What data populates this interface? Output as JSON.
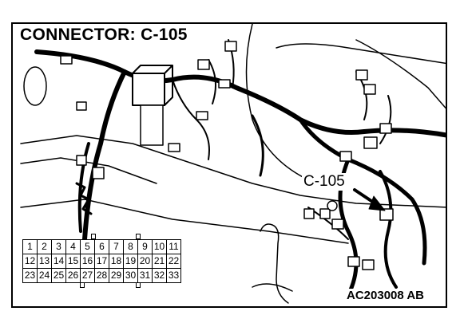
{
  "title": "CONNECTOR: C-105",
  "callout": "C-105",
  "figure_code": "AC203008 AB",
  "pin_rows": [
    [
      "1",
      "2",
      "3",
      "4",
      "5",
      "6",
      "7",
      "8",
      "9",
      "10",
      "11"
    ],
    [
      "12",
      "13",
      "14",
      "15",
      "16",
      "17",
      "18",
      "19",
      "20",
      "21",
      "22"
    ],
    [
      "23",
      "24",
      "25",
      "26",
      "27",
      "28",
      "29",
      "30",
      "31",
      "32",
      "33"
    ]
  ],
  "colors": {
    "line": "#000000",
    "background": "#ffffff"
  }
}
